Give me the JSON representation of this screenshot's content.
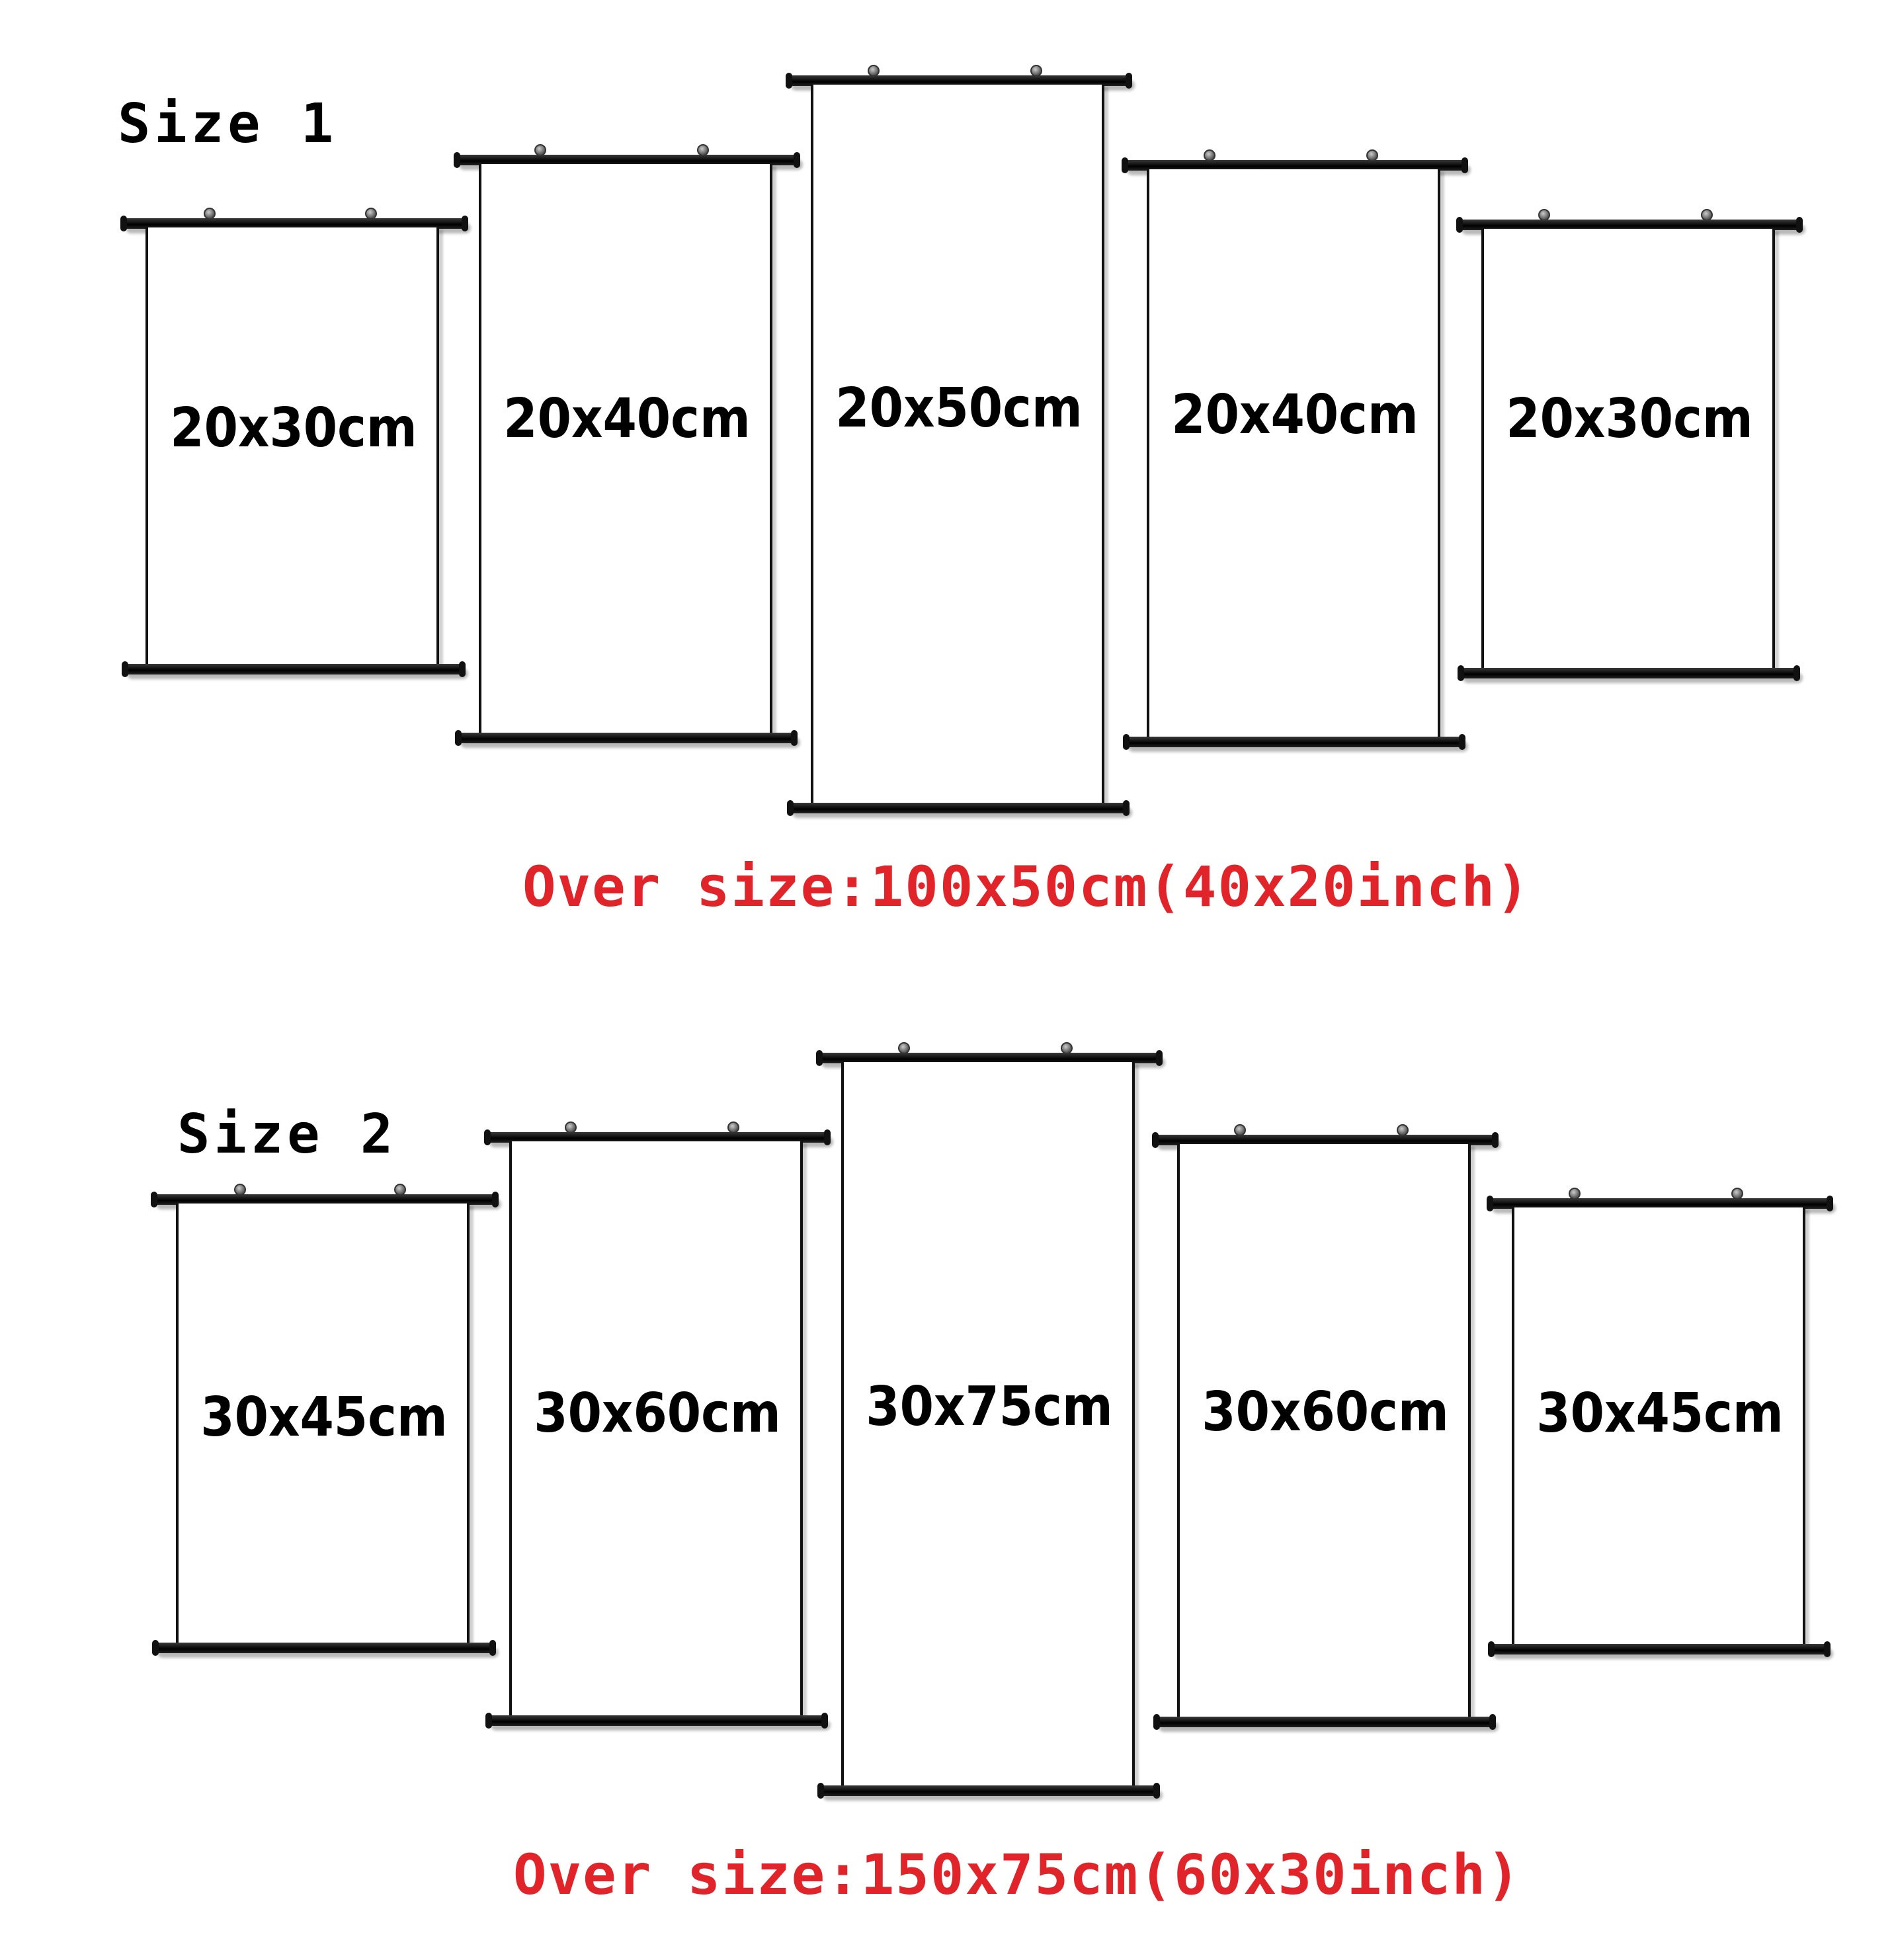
{
  "accent_color": "#e0242a",
  "sections": [
    {
      "title": "Size 1",
      "overall": "Over size:100x50cm(40x20inch)",
      "panels": [
        {
          "label": "20x30cm"
        },
        {
          "label": "20x40cm"
        },
        {
          "label": "20x50cm"
        },
        {
          "label": "20x40cm"
        },
        {
          "label": "20x30cm"
        }
      ]
    },
    {
      "title": "Size 2",
      "overall": "Over size:150x75cm(60x30inch)",
      "panels": [
        {
          "label": "30x45cm"
        },
        {
          "label": "30x60cm"
        },
        {
          "label": "30x75cm"
        },
        {
          "label": "30x60cm"
        },
        {
          "label": "30x45cm"
        }
      ]
    }
  ]
}
